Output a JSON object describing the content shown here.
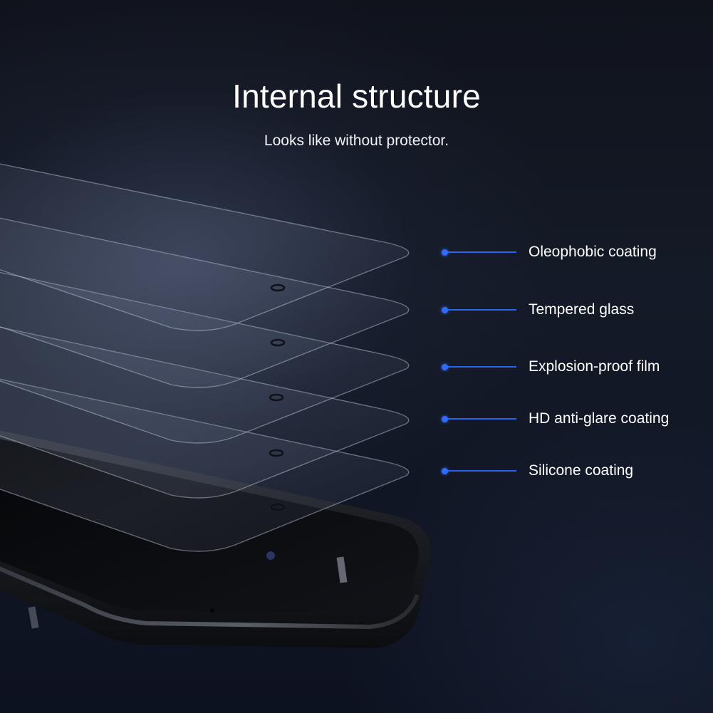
{
  "heading": {
    "title": "Internal structure",
    "subtitle": "Looks like without protector."
  },
  "layers": [
    {
      "label": "Oleophobic coating"
    },
    {
      "label": "Tempered glass"
    },
    {
      "label": "Explosion-proof film"
    },
    {
      "label": "HD anti-glare coating"
    },
    {
      "label": "Silicone coating"
    }
  ],
  "colors": {
    "accent": "#2f6bff",
    "background": "#10131c",
    "text": "#ffffff"
  }
}
